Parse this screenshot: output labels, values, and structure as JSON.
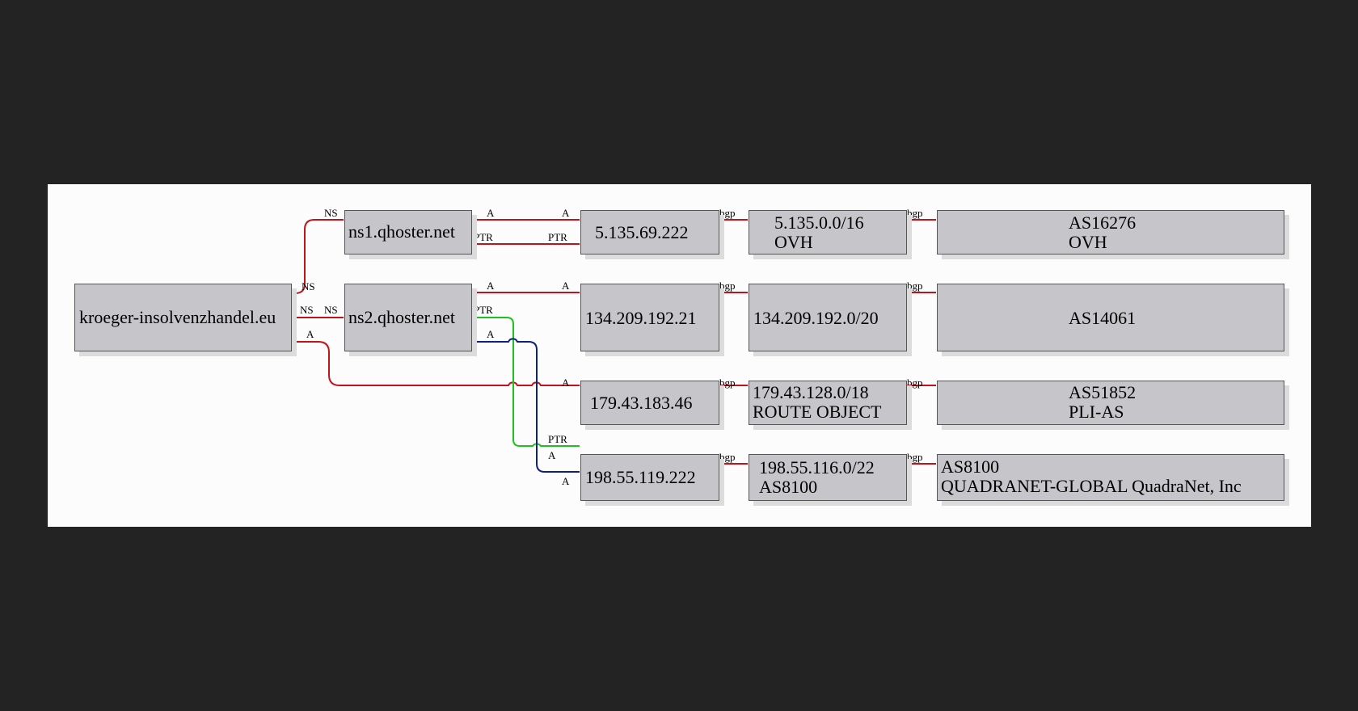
{
  "colors": {
    "background": "#232323",
    "canvas": "#fbfcfb",
    "node_fill": "#c6c5c9",
    "edge_red": "#c0141c",
    "edge_green": "#1ec21e",
    "edge_blue": "#102080"
  },
  "nodes": {
    "domain": {
      "label": "kroeger-insolvenzhandel.eu"
    },
    "ns1": {
      "label": "ns1.qhoster.net"
    },
    "ns2": {
      "label": "ns2.qhoster.net"
    },
    "ip1": {
      "label": "5.135.69.222"
    },
    "ip2": {
      "label": "134.209.192.21"
    },
    "ip3": {
      "label": "179.43.183.46"
    },
    "ip4": {
      "label": "198.55.119.222"
    },
    "net1": {
      "line1": "5.135.0.0/16",
      "line2": "OVH"
    },
    "net2": {
      "label": "134.209.192.0/20"
    },
    "net3": {
      "line1": "179.43.128.0/18",
      "line2": "ROUTE OBJECT"
    },
    "net4": {
      "line1": "198.55.116.0/22",
      "line2": "AS8100"
    },
    "as1": {
      "line1": "AS16276",
      "line2": "OVH"
    },
    "as2": {
      "label": "AS14061"
    },
    "as3": {
      "line1": "AS51852",
      "line2": "PLI-AS"
    },
    "as4": {
      "line1": "AS8100",
      "line2": "QUADRANET-GLOBAL QuadraNet, Inc"
    }
  },
  "edge_labels": {
    "ns": "NS",
    "a": "A",
    "ptr": "PTR",
    "bgp": "bgp"
  }
}
